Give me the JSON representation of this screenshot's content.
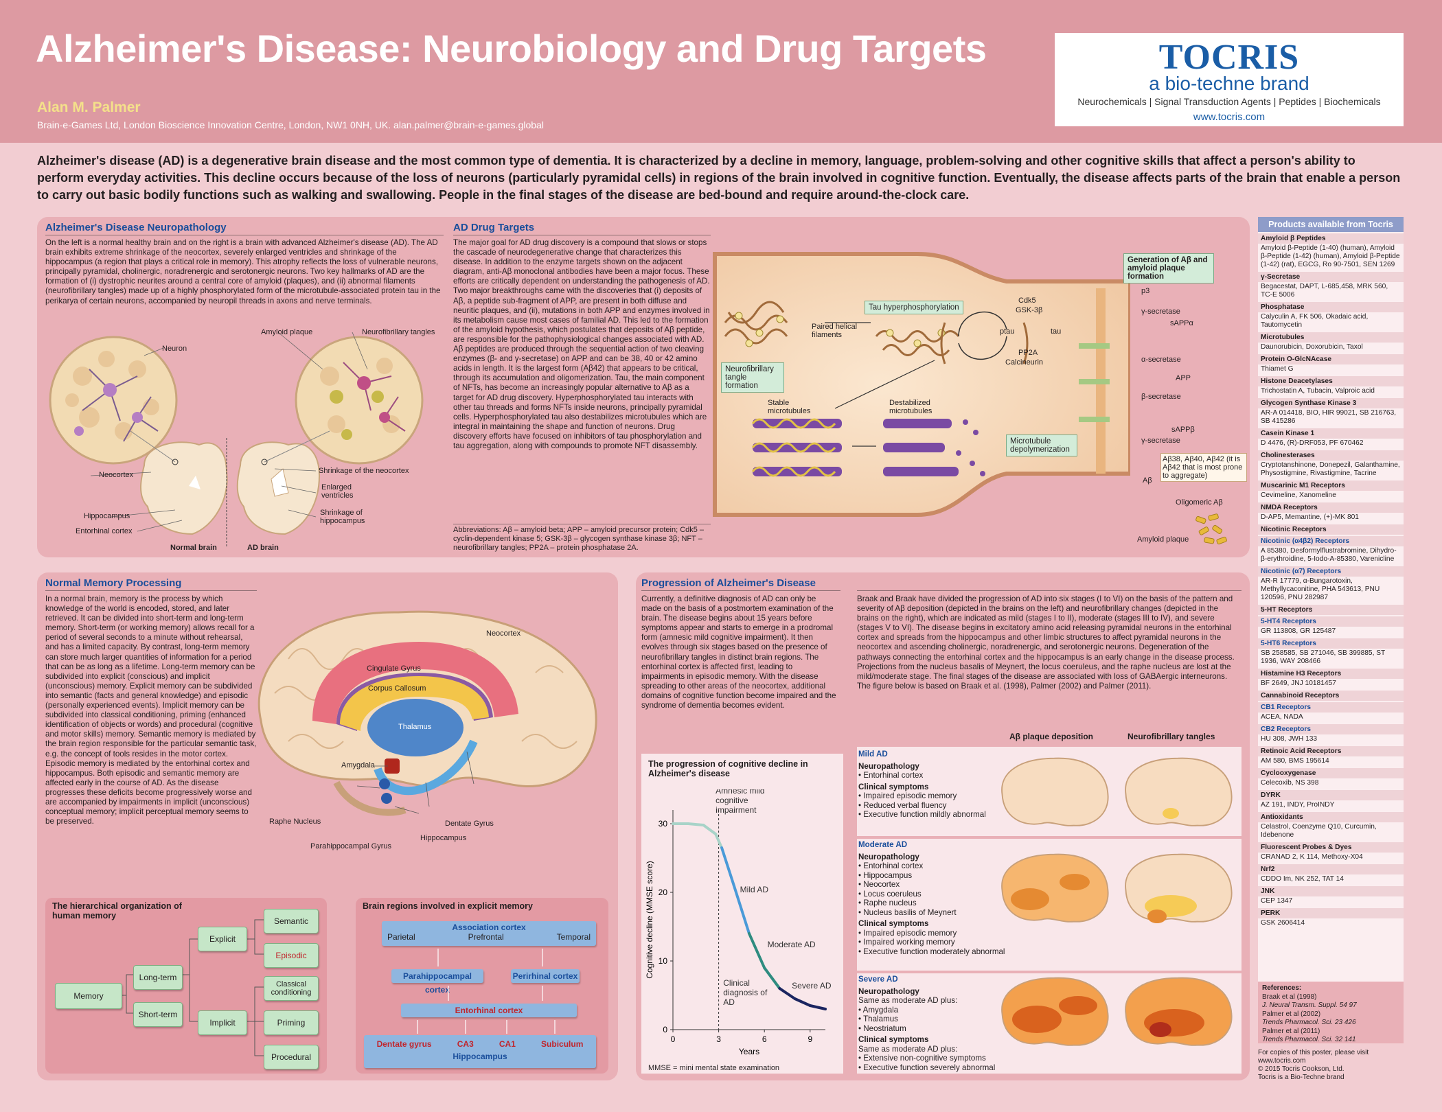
{
  "header": {
    "title": "Alzheimer's Disease: Neurobiology and Drug Targets",
    "author": "Alan M. Palmer",
    "affiliation": "Brain-e-Games Ltd, London Bioscience Innovation Centre, London, NW1 0NH, UK. alan.palmer@brain-e-games.global"
  },
  "logo": {
    "brand": "TOCRIS",
    "sub": "a bio-techne brand",
    "categories": "Neurochemicals | Signal Transduction Agents | Peptides | Biochemicals",
    "url": "www.tocris.com"
  },
  "intro": "Alzheimer's disease (AD) is a degenerative brain disease and the most common type of dementia. It is characterized by a decline in memory, language, problem-solving and other cognitive skills that affect a person's ability to perform everyday activities. This decline occurs because of the loss of neurons (particularly pyramidal cells) in regions of the brain involved in cognitive function. Eventually, the disease affects parts of the brain that enable a person to carry out basic bodily functions such as walking and swallowing. People in the final stages of the disease are bed-bound and require around-the-clock care.",
  "neuropathology": {
    "title": "Alzheimer's Disease Neuropathology",
    "text": "On the left is a normal healthy brain and on the right is a brain with advanced Alzheimer's disease (AD). The AD brain exhibits extreme shrinkage of the neocortex, severely enlarged ventricles and shrinkage of the hippocampus (a region that plays a critical role in memory). This atrophy reflects the loss of vulnerable neurons, principally pyramidal, cholinergic, noradrenergic and serotonergic neurons. Two key hallmarks of AD are the formation of (i) dystrophic neurites around a central core of amyloid (plaques), and (ii) abnormal filaments (neurofibrillary tangles) made up of a highly phosphorylated form of the microtubule-associated protein tau in the perikarya of certain neurons, accompanied by neuropil threads in axons and nerve terminals.",
    "labels": {
      "neuron": "Neuron",
      "amyloid_plaque": "Amyloid plaque",
      "nft": "Neurofibrillary tangles",
      "neocortex": "Neocortex",
      "shrinkage_neocortex": "Shrinkage of the neocortex",
      "enlarged_ventricles": "Enlarged ventricles",
      "hippocampus": "Hippocampus",
      "shrinkage_hippocampus": "Shrinkage of hippocampus",
      "entorhinal": "Entorhinal cortex",
      "normal_brain": "Normal brain",
      "ad_brain": "AD brain"
    }
  },
  "drug_targets": {
    "title": "AD Drug Targets",
    "text": "The major goal for AD drug discovery is a compound that slows or stops the cascade of neurodegenerative change that characterizes this disease. In addition to the enzyme targets shown on the adjacent diagram, anti-Aβ monoclonal antibodies have been a major focus. These efforts are critically dependent on understanding the pathogenesis of AD. Two major breakthroughs came with the discoveries that (i) deposits of Aβ, a peptide sub-fragment of APP, are present in both diffuse and neuritic plaques, and (ii), mutations in both APP and enzymes involved in its metabolism cause most cases of familial AD. This led to the formation of the amyloid hypothesis, which postulates that deposits of Aβ peptide, are responsible for the pathophysiological changes associated with AD. Aβ peptides are produced through the sequential action of two cleaving enzymes (β- and γ-secretase) on APP and can be 38, 40 or 42 amino acids in length. It is the largest form (Aβ42) that appears to be critical, through its accumulation and oligomerization. Tau, the main component of NFTs, has become an increasingly popular alternative to Aβ as a target for AD drug discovery. Hyperphosphorylated tau interacts with other tau threads and forms NFTs inside neurons, principally pyramidal cells. Hyperphosphorylated tau also destabilizes microtubules which are integral in maintaining the shape and function of neurons. Drug discovery efforts have focused on inhibitors of tau phosphorylation and tau aggregation, along with compounds to promote NFT disassembly.",
    "abbrev": "Abbreviations: Aβ – amyloid beta; APP – amyloid precursor protein; Cdk5 – cyclin-dependent kinase 5; GSK-3β – glycogen synthase kinase 3β; NFT – neurofibrillary tangles; PP2A – protein phosphatase 2A.",
    "labels": {
      "tau_hyper": "Tau hyperphosphorylation",
      "paired_helical": "Paired helical filaments",
      "nft_formation": "Neurofibrillary tangle formation",
      "cdk5": "Cdk5",
      "gsk": "GSK-3β",
      "ptau": "ptau",
      "tau": "tau",
      "pp2a": "PP2A",
      "calcineurin": "Calcineurin",
      "stable_mt": "Stable microtubules",
      "destab_mt": "Destabilized microtubules",
      "mt_depol": "Microtubule depolymerization",
      "generation": "Generation of Aβ and amyloid plaque formation",
      "p3": "p3",
      "gamma1": "γ-secretase",
      "sappa": "sAPPα",
      "alpha": "α-secretase",
      "app": "APP",
      "beta": "β-secretase",
      "sappb": "sAPPβ",
      "gamma2": "γ-secretase",
      "abeta_forms": "Aβ38, Aβ40, Aβ42 (it is Aβ42 that is most prone to aggregate)",
      "abeta": "Aβ",
      "oligomeric": "Oligomeric Aβ",
      "amyloid_plaque": "Amyloid plaque"
    }
  },
  "memory": {
    "title": "Normal Memory Processing",
    "text": "In a normal brain, memory is the process by which knowledge of the world is encoded, stored, and later retrieved. It can be divided into short-term and long-term memory. Short-term (or working memory) allows recall for a period of several seconds to a minute without rehearsal, and has a limited capacity. By contrast, long-term memory can store much larger quantities of information for a period that can be as long as a lifetime. Long-term memory can be subdivided into explicit (conscious) and implicit (unconscious) memory. Explicit memory can be subdivided into semantic (facts and general knowledge) and episodic (personally experienced events). Implicit memory can be subdivided into classical conditioning, priming (enhanced identification of objects or words) and procedural (cognitive and motor skills) memory. Semantic memory is mediated by the brain region responsible for the particular semantic task, e.g. the concept of tools resides in the motor cortex. Episodic memory is mediated by the entorhinal cortex and hippocampus. Both episodic and semantic memory are affected early in the course of AD. As the disease progresses these deficits become progressively worse and are accompanied by impairments in implicit (unconscious) conceptual memory; implicit perceptual memory seems to be preserved.",
    "brain_labels": {
      "neocortex": "Neocortex",
      "cingulate": "Cingulate Gyrus",
      "corpus": "Corpus Callosum",
      "thalamus": "Thalamus",
      "amygdala": "Amygdala",
      "raphe": "Raphe Nucleus",
      "parahippo": "Parahippocampal Gyrus",
      "hippocampus": "Hippocampus",
      "dentate": "Dentate Gyrus"
    },
    "hierarchy": {
      "title": "The hierarchical organization of human memory",
      "memory": "Memory",
      "long_term": "Long-term",
      "short_term": "Short-term",
      "explicit": "Explicit",
      "implicit": "Implicit",
      "semantic": "Semantic",
      "episodic": "Episodic",
      "classical": "Classical conditioning",
      "priming": "Priming",
      "procedural": "Procedural"
    },
    "regions": {
      "title": "Brain regions involved in explicit memory",
      "assoc": "Association cortex",
      "parietal": "Parietal",
      "prefrontal": "Prefrontal",
      "temporal": "Temporal",
      "parahippo": "Parahippocampal cortex",
      "perirhinal": "Perirhinal cortex",
      "entorhinal": "Entorhinal cortex",
      "dentate": "Dentate gyrus",
      "ca3": "CA3",
      "ca1": "CA1",
      "subiculum": "Subiculum",
      "hippocampus": "Hippocampus"
    }
  },
  "progression": {
    "title": "Progression of Alzheimer's Disease",
    "text1": "Currently, a definitive diagnosis of AD can only be made on the basis of a postmortem examination of the brain. The disease begins about 15 years before symptoms appear and starts to emerge in a prodromal form (amnesic mild cognitive impairment). It then evolves through six stages based on the presence of neurofibrillary tangles in distinct brain regions. The entorhinal cortex is affected first, leading to impairments in episodic memory. With the disease spreading to other areas of the neocortex, additional domains of cognitive function become impaired and the syndrome of dementia becomes evident.",
    "text2": "Braak and Braak have divided the progression of AD into six stages (I to VI) on the basis of the pattern and severity of Aβ deposition (depicted in the brains on the left) and neurofibrillary changes (depicted in the brains on the right), which are indicated as mild (stages I to II), moderate (stages III to IV), and severe (stages V to VI). The disease begins in excitatory amino acid releasing pyramidal neurons in the entorhinal cortex and spreads from the hippocampus and other limbic structures to affect pyramidal neurons in the neocortex and ascending cholinergic, noradrenergic, and serotonergic neurons. Degeneration of the pathways connecting the entorhinal cortex and the hippocampus is an early change in the disease process. Projections from the nucleus basalis of Meynert, the locus coeruleus, and the raphe nucleus are lost at the mild/moderate stage. The final stages of the disease are associated with loss of GABAergic interneurons. The figure below is based on Braak et al. (1998), Palmer (2002) and Palmer (2011).",
    "col_plaque": "Aβ plaque deposition",
    "col_tangles": "Neurofibrillary tangles",
    "stages": [
      {
        "name": "Mild AD",
        "path_head": "Neuropathology",
        "path": [
          "• Entorhinal cortex"
        ],
        "sym_head": "Clinical symptoms",
        "sym": [
          "• Impaired episodic memory",
          "• Reduced verbal fluency",
          "• Executive function mildly abnormal"
        ]
      },
      {
        "name": "Moderate AD",
        "path_head": "Neuropathology",
        "path": [
          "• Entorhinal cortex",
          "• Hippocampus",
          "• Neocortex",
          "• Locus coeruleus",
          "• Raphe nucleus",
          "• Nucleus basilis of Meynert"
        ],
        "sym_head": "Clinical symptoms",
        "sym": [
          "• Impaired episodic memory",
          "• Impaired working memory",
          "• Executive function moderately abnormal"
        ]
      },
      {
        "name": "Severe AD",
        "path_head": "Neuropathology",
        "path": [
          "Same as moderate AD plus:",
          "• Amygdala",
          "• Thalamus",
          "• Neostriatum"
        ],
        "sym_head": "Clinical symptoms",
        "sym": [
          "Same as moderate AD plus:",
          "• Extensive non-cognitive symptoms",
          "• Executive function severely abnormal"
        ]
      }
    ],
    "mmse_note": "MMSE = mini mental state examination"
  },
  "chart_data": {
    "type": "line",
    "title": "The progression of cognitive decline in Alzheimer's disease",
    "xlabel": "Years",
    "ylabel": "Cognitive decline (MMSE score)",
    "xlim": [
      0,
      10
    ],
    "ylim": [
      0,
      32
    ],
    "xticks": [
      0,
      3,
      6,
      9
    ],
    "yticks": [
      0,
      10,
      20,
      30
    ],
    "x": [
      0,
      1,
      2,
      2.8,
      3.2,
      4,
      5,
      6,
      7,
      8,
      9,
      10
    ],
    "y": [
      30,
      30,
      29.8,
      28.5,
      26.5,
      21,
      14,
      9,
      6,
      4.5,
      3.5,
      3
    ],
    "annotations": [
      {
        "text": "Amnesic mild cognitive impairment",
        "x": 2.8,
        "y": 33
      },
      {
        "text": "Mild AD",
        "x": 4.4,
        "y": 20
      },
      {
        "text": "Moderate AD",
        "x": 6.2,
        "y": 12
      },
      {
        "text": "Severe AD",
        "x": 7.8,
        "y": 6
      },
      {
        "text": "Clinical diagnosis of AD",
        "x": 3.3,
        "y": 5
      }
    ],
    "colors": [
      "#a8d3c8",
      "#4a9ad8",
      "#2f8c80",
      "#1b2560"
    ]
  },
  "sidebar": {
    "title": "Products available from Tocris",
    "sections": [
      {
        "name": "Amyloid β Peptides",
        "items": "Amyloid β-Peptide (1-40) (human), Amyloid β-Peptide (1-42) (human), Amyloid β-Peptide (1-42) (rat), EGCG, Ro 90-7501, SEN 1269"
      },
      {
        "name": "γ-Secretase",
        "items": "Begacestat, DAPT, L-685,458, MRK 560, TC-E 5006"
      },
      {
        "name": "Phosphatase",
        "items": "Calyculin A, FK 506, Okadaic acid, Tautomycetin"
      },
      {
        "name": "Microtubules",
        "items": "Daunorubicin, Doxorubicin, Taxol"
      },
      {
        "name": "Protein O-GlcNAcase",
        "items": "Thiamet G"
      },
      {
        "name": "Histone Deacetylases",
        "items": "Trichostatin A, Tubacin, Valproic acid"
      },
      {
        "name": "Glycogen Synthase Kinase 3",
        "items": "AR-A 014418, BIO, HIR 99021, SB 216763, SB 415286"
      },
      {
        "name": "Casein Kinase 1",
        "items": "D 4476, (R)-DRF053, PF 670462"
      },
      {
        "name": "Cholinesterases",
        "items": "Cryptotanshinone, Donepezil, Galanthamine, Physostigmine, Rivastigmine, Tacrine"
      },
      {
        "name": "Muscarinic M1 Receptors",
        "items": "Cevimeline, Xanomeline"
      },
      {
        "name": "NMDA Receptors",
        "items": "D-AP5, Memantine, (+)-MK 801"
      },
      {
        "name": "Nicotinic Receptors",
        "items": ""
      },
      {
        "name": "Nicotinic (α4β2) Receptors",
        "blue": true,
        "items": "A 85380, Desformylflustrabromine, Dihydro-β-erythroidine, 5-Iodo-A-85380, Varenicline"
      },
      {
        "name": "Nicotinic (α7) Receptors",
        "blue": true,
        "items": "AR-R 17779, α-Bungarotoxin, Methyllycaconitine, PHA 543613, PNU 120596, PNU 282987"
      },
      {
        "name": "5-HT Receptors",
        "items": ""
      },
      {
        "name": "5-HT4 Receptors",
        "blue": true,
        "items": "GR 113808, GR 125487"
      },
      {
        "name": "5-HT6 Receptors",
        "blue": true,
        "items": "SB 258585, SB 271046, SB 399885, ST 1936, WAY 208466"
      },
      {
        "name": "Histamine H3 Receptors",
        "items": "BF 2649, JNJ 10181457"
      },
      {
        "name": "Cannabinoid Receptors",
        "items": ""
      },
      {
        "name": "CB1 Receptors",
        "blue": true,
        "items": "ACEA, NADA"
      },
      {
        "name": "CB2 Receptors",
        "blue": true,
        "items": "HU 308, JWH 133"
      },
      {
        "name": "Retinoic Acid Receptors",
        "items": "AM 580, BMS 195614"
      },
      {
        "name": "Cyclooxygenase",
        "items": "Celecoxib, NS 398"
      },
      {
        "name": "DYRK",
        "items": "AZ 191, INDY, ProINDY"
      },
      {
        "name": "Antioxidants",
        "items": "Celastrol, Coenzyme Q10, Curcumin, Idebenone"
      },
      {
        "name": "Fluorescent Probes & Dyes",
        "items": "CRANAD 2, K 114, Methoxy-X04"
      },
      {
        "name": "Nrf2",
        "items": "CDDO Im, NK 252, TAT 14"
      },
      {
        "name": "JNK",
        "items": "CEP 1347"
      },
      {
        "name": "PERK",
        "items": "GSK 2606414"
      }
    ]
  },
  "references": {
    "title": "References:",
    "items": [
      "Braak et al (1998)",
      "J. Neural Transm. Suppl. 54 97",
      "Palmer et al (2002)",
      "Trends Pharmacol. Sci. 23 426",
      "Palmer et al (2011)",
      "Trends Pharmacol. Sci. 32 141"
    ]
  },
  "footer": {
    "copies": "For copies of this poster, please visit www.tocris.com",
    "copyright": "© 2015 Tocris Cookson, Ltd.",
    "brand": "Tocris is a Bio-Techne brand"
  },
  "colors": {
    "header_bg": "#dd9aa2",
    "page_bg": "#f2cdd2",
    "panel_bg": "#e9b0b7",
    "title_blue": "#1a4e9b",
    "author_yellow": "#f4e18a"
  }
}
